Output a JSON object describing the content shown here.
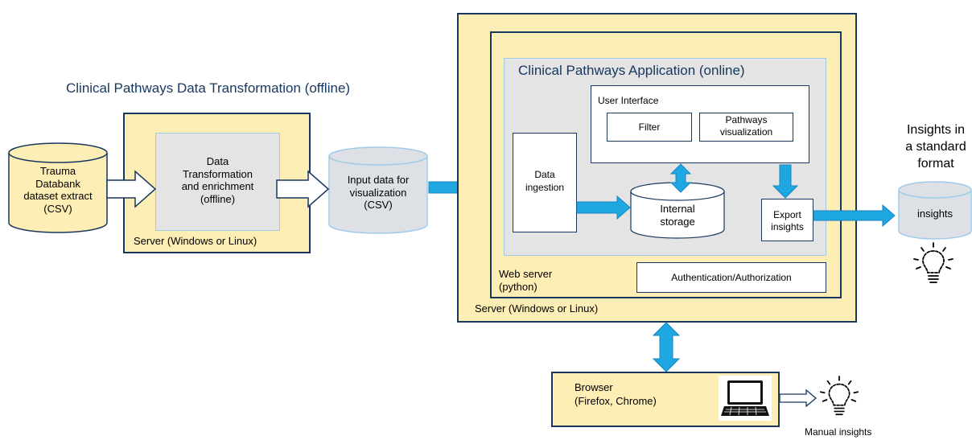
{
  "offline": {
    "title": "Clinical Pathways Data Transformation  (offline)",
    "source_db": "Trauma\nDatabank\ndataset extract\n(CSV)",
    "transform_box": "Data\nTransformation\nand enrichment\n(offline)",
    "server_label": "Server (Windows or Linux)",
    "input_db": "Input data for\nvisualization\n(CSV)"
  },
  "online": {
    "app_title": "Clinical Pathways Application (online)",
    "user_interface": "User Interface",
    "filter": "Filter",
    "pathways_viz": "Pathways\nvisualization",
    "data_ingestion": "Data\ningestion",
    "internal_storage": "Internal\nstorage",
    "export_insights": "Export\ninsights",
    "web_server": "Web server\n(python)",
    "auth": "Authentication/Authorization",
    "server_label": "Server (Windows or Linux)"
  },
  "insights": {
    "heading": "Insights in\na standard\nformat",
    "db_label": "insights"
  },
  "browser": {
    "label": "Browser\n(Firefox, Chrome)",
    "manual_insights": "Manual insights"
  },
  "colors": {
    "server_fill": "#fdeeb6",
    "border_navy": "#17375e",
    "app_fill": "#e4e4e4",
    "app_border": "#9fcbe9",
    "arrow_blue": "#1ea7e1",
    "title_blue": "#17375e"
  }
}
